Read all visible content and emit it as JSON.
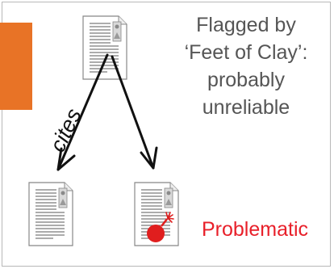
{
  "colors": {
    "accent": "#e87326",
    "problem": "#e8202a",
    "note_text": "#555555",
    "bomb": "#e01e1e"
  },
  "icons": {
    "top_document": "document-icon",
    "left_document": "document-icon",
    "right_document": "document-bomb-icon"
  },
  "diagram": {
    "flag_note_lines": [
      "Flagged by",
      "‘Feet of Clay’:",
      "probably",
      "unreliable"
    ],
    "edge_label": "cites",
    "problem_label": "Problematic"
  }
}
